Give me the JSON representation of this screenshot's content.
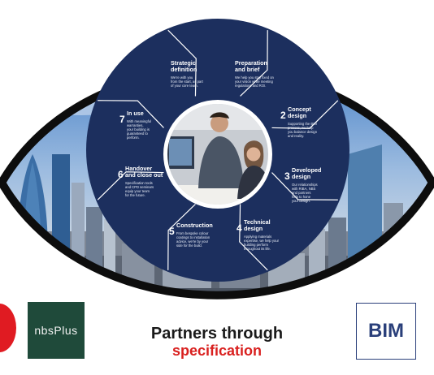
{
  "stages": [
    {
      "number": "",
      "title_lines": [
        "Strategic",
        "definition"
      ],
      "desc_lines": [
        "We're with you",
        "from the start, as part",
        "of your core team."
      ]
    },
    {
      "number": "",
      "title_lines": [
        "Preparation",
        "and brief"
      ],
      "desc_lines": [
        "We help you stay fixed on",
        "your vision while meeting",
        "regulations and ROI."
      ]
    },
    {
      "number": "2",
      "title_lines": [
        "Concept",
        "design"
      ],
      "desc_lines": [
        "Supporting the BIM",
        "process, we help",
        "you balance design",
        "and reality."
      ]
    },
    {
      "number": "3",
      "title_lines": [
        "Developed",
        "design"
      ],
      "desc_lines": [
        "Our relationships",
        "with RIBA, NBS",
        "and partners",
        "help to hone",
        "your design."
      ]
    },
    {
      "number": "4",
      "title_lines": [
        "Technical",
        "design"
      ],
      "desc_lines": [
        "Applying materials",
        "expertise, we help your",
        "building perform",
        "throughout its life."
      ]
    },
    {
      "number": "5",
      "title_lines": [
        "Construction"
      ],
      "desc_lines": [
        "From bespoke colour",
        "coatings to installation",
        "advice, we're by your",
        "side for the build."
      ]
    },
    {
      "number": "6",
      "title_lines": [
        "Handover",
        "and close out"
      ],
      "desc_lines": [
        "Specification tools",
        "and CPD seminars",
        "equip your team",
        "for the future."
      ]
    },
    {
      "number": "7",
      "title_lines": [
        "In use"
      ],
      "desc_lines": [
        "With meaningful",
        "warranties,",
        "your building is",
        "guaranteed to",
        "perform."
      ]
    }
  ],
  "logos": {
    "nbs": "nbsPlus",
    "bim": "BIM"
  },
  "tagline": {
    "line1": "Partners through",
    "line2": "specification"
  },
  "colors": {
    "ring": "#1c2f5e",
    "eye_outline": "#0d0d0d",
    "tagline_red": "#d9201f",
    "nbs_green": "#1f4a3a",
    "bim_blue": "#2a3f7a"
  }
}
